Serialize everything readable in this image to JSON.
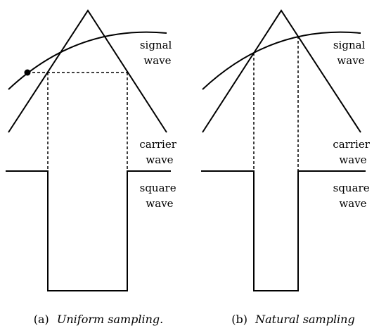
{
  "panels": [
    {
      "caption_prefix": "(a)",
      "caption_title": "Uniform sampling.",
      "signal_label": [
        "signal",
        "wave"
      ],
      "carrier_label": [
        "carrier",
        "wave"
      ],
      "square_label": [
        "square",
        "wave"
      ]
    },
    {
      "caption_prefix": "(b)",
      "caption_title": "Natural sampling",
      "signal_label": [
        "signal",
        "wave"
      ],
      "carrier_label": [
        "carrier",
        "wave"
      ],
      "square_label": [
        "square",
        "wave"
      ]
    }
  ],
  "colors": {
    "stroke": "#000000",
    "background": "#ffffff"
  }
}
